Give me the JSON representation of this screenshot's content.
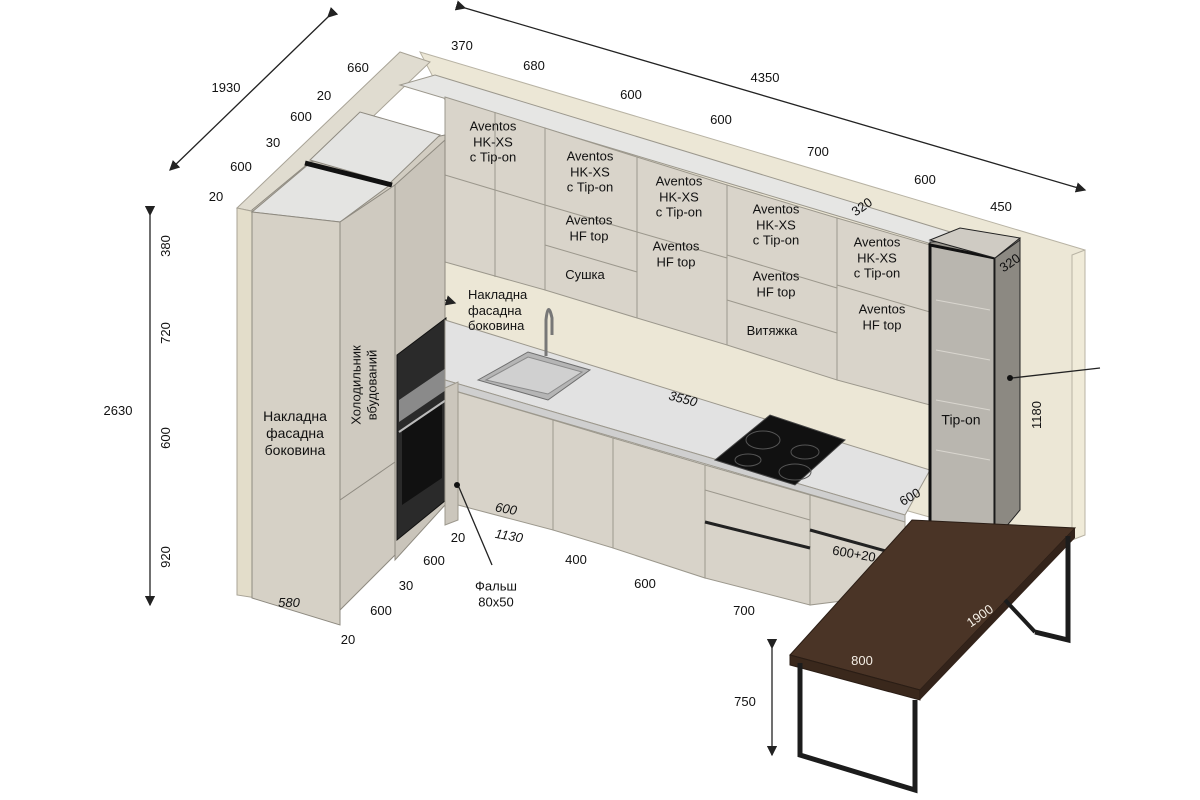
{
  "overall": {
    "width_top": "4350",
    "depth_left": "1930",
    "height_total": "2630",
    "height_segments": [
      "380",
      "720",
      "600",
      "920"
    ]
  },
  "left_side": {
    "top_dims": [
      "660",
      "20",
      "600",
      "30",
      "600",
      "20"
    ],
    "bottom_dims": [
      "580",
      "20",
      "600",
      "30",
      "600",
      "20"
    ],
    "side_panel_text": "Накладна\nфасадна\nбоковина",
    "fridge_text": "Холодильник\nвбудований",
    "filler_text": "Фальш\n80x50"
  },
  "upper_cabinets": {
    "dims": [
      "370",
      "680",
      "600",
      "600",
      "700",
      "600",
      "450"
    ],
    "depth": "320",
    "units": [
      {
        "text": "Aventos\nHK-XS\nс Tip-on"
      },
      {
        "text": "Aventos\nHK-XS\nс Tip-on"
      },
      {
        "text": "Aventos\nHF top"
      },
      {
        "text": "Сушка"
      },
      {
        "text": "Aventos\nHK-XS\nс Tip-on"
      },
      {
        "text": "Aventos\nHF top"
      },
      {
        "text": "Aventos\nHK-XS\nс Tip-on"
      },
      {
        "text": "Aventos\nHF top"
      },
      {
        "text": "Витяжка"
      },
      {
        "text": "Aventos\nHK-XS\nс Tip-on"
      },
      {
        "text": "Aventos\nHF top"
      }
    ]
  },
  "wall_label": "Накладна\nфасадна\nбоковина",
  "countertop": {
    "length": "3550",
    "depth_left": "600",
    "depth_right": "600",
    "return_len": "1130"
  },
  "lower_cabinets": {
    "dims": [
      "400",
      "600",
      "700",
      "600+20"
    ]
  },
  "glass_cabinet": {
    "label": "Tip-on",
    "depth": "320",
    "height": "1180"
  },
  "table": {
    "width": "800",
    "length": "1900",
    "height": "750"
  },
  "colors": {
    "cabinet": "#d8d3c9",
    "cabinet_dark": "#bdb7ac",
    "wall": "#ebe6d4",
    "top": "#dcdcdc",
    "wood": "#4a3426",
    "frame": "#1c1c1c"
  }
}
